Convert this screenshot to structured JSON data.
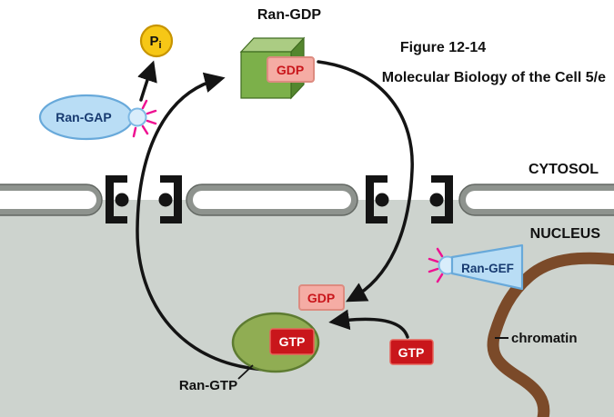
{
  "figure": {
    "title": "Figure 12-14",
    "book": "Molecular Biology of the Cell 5/e"
  },
  "compartments": {
    "cytosol": "CYTOSOL",
    "nucleus": "NUCLEUS",
    "chromatin": "chromatin"
  },
  "molecules": {
    "ran_gdp": "Ran-GDP",
    "ran_gtp": "Ran-GTP",
    "ran_gap": "Ran-GAP",
    "ran_gef": "Ran-GEF",
    "gdp_bound": "GDP",
    "gdp_released": "GDP",
    "gtp_bound": "GTP",
    "gtp_free": "GTP",
    "phosphate_symbol": "P",
    "phosphate_subscript": "i"
  },
  "colors": {
    "nucleus_bg": "#cdd3ce",
    "membrane_gray": "#8e938e",
    "pore_black": "#141414",
    "arrow_black": "#141414",
    "enzyme_blue": "#b9ddf5",
    "knob_blue": "#d9edfb",
    "spark_pink": "#ee1192",
    "cube_front": "#7cb04a",
    "cube_top": "#abcc83",
    "cube_side": "#54862e",
    "ran_green": "#90ad53",
    "gtp_red": "#c9161b",
    "gdp_pink": "#f5aca4",
    "pi_yellow": "#f6c716",
    "chromatin_brown": "#7b4a29"
  }
}
